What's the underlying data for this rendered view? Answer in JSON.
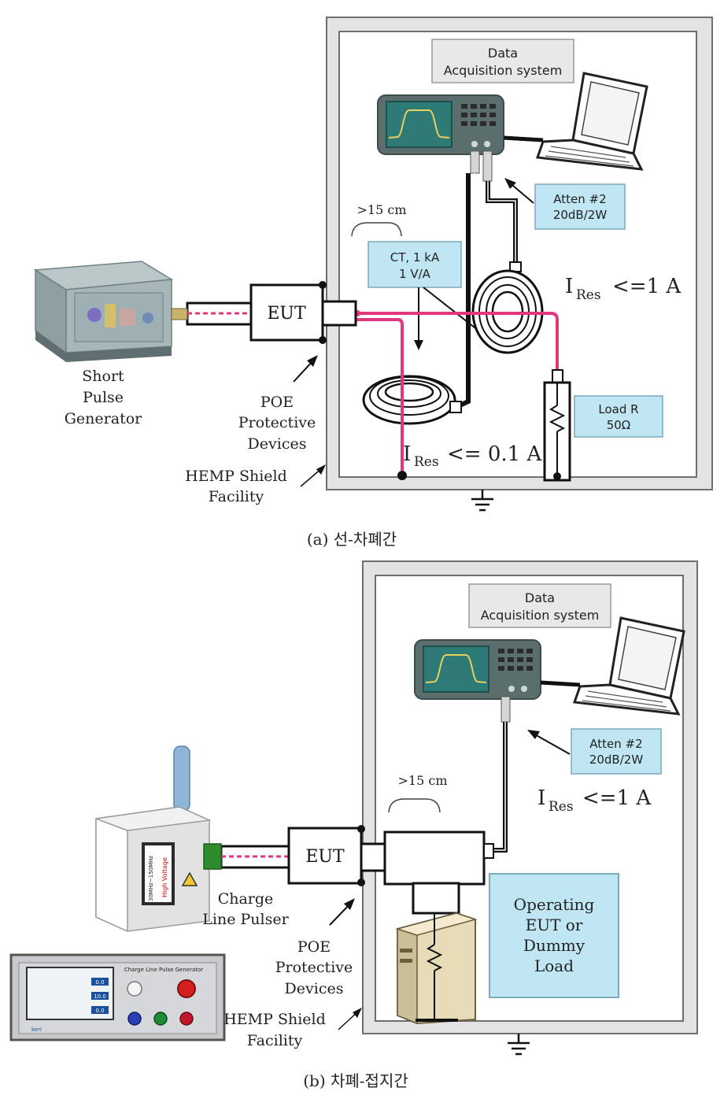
{
  "colors": {
    "frame_outer": "#e3e3e3",
    "frame_border": "#6e6e6e",
    "label_box": "#bfe6f2",
    "label_box_border": "#7aaabb",
    "daq_box": "#e8e8e8",
    "pink_wire": "#e0377e",
    "scope_body": "#5b6e6e",
    "scope_screen": "#2d7a76"
  },
  "panel_a": {
    "caption": "(a) 선-차폐간",
    "daq_title_line1": "Data",
    "daq_title_line2": "Acquisition system",
    "atten_line1": "Atten #2",
    "atten_line2": "20dB/2W",
    "spacing_label": ">15 cm",
    "ct_line1": "CT, 1 kA",
    "ct_line2": "1 V/A",
    "eut_label": "EUT",
    "ires_high_main": "I",
    "ires_high_sub": "Res",
    "ires_high_value": "<=1 A",
    "ires_low_main": "I",
    "ires_low_sub": "Res",
    "ires_low_value": "<= 0.1 A",
    "load_line1": "Load R",
    "load_line2": "50Ω",
    "generator_line1": "Short",
    "generator_line2": "Pulse",
    "generator_line3": "Generator",
    "poe_line1": "POE",
    "poe_line2": "Protective",
    "poe_line3": "Devices",
    "hemp_line1": "HEMP Shield",
    "hemp_line2": "Facility"
  },
  "panel_b": {
    "caption": "(b) 차폐-접지간",
    "daq_title_line1": "Data",
    "daq_title_line2": "Acquisition system",
    "atten_line1": "Atten #2",
    "atten_line2": "20dB/2W",
    "spacing_label": ">15 cm",
    "eut_label": "EUT",
    "ires_main": "I",
    "ires_sub": "Res",
    "ires_value": "<=1 A",
    "operating_line1": "Operating",
    "operating_line2": "EUT or",
    "operating_line3": "Dummy",
    "operating_line4": "Load",
    "pulser_line1": "Charge",
    "pulser_line2": "Line Pulser",
    "poe_line1": "POE",
    "poe_line2": "Protective",
    "poe_line3": "Devices",
    "hemp_line1": "HEMP Shield",
    "hemp_line2": "Facility",
    "panel_title": "Charge Line Pulse Generator",
    "panel_readout1": "0.0",
    "panel_readout2": "10.0",
    "panel_readout3": "0.0",
    "pulser_sticker": "30MHz~150MHz",
    "pulser_warning": "High Voltage",
    "panel_brand": "keri"
  }
}
